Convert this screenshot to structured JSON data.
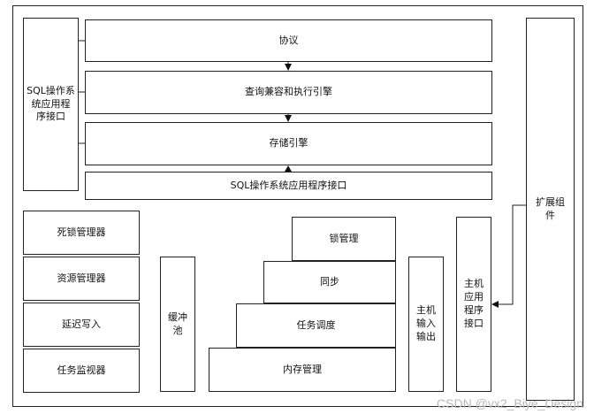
{
  "labels": {
    "protocol": "协议",
    "query_engine": "查询兼容和执行引擎",
    "storage_engine": "存储引擎",
    "os_api": "SQL操作系统应用程序接口",
    "sql_os_api_side": "SQL操作系\n统应用程\n序接口",
    "extension": "扩展组\n件",
    "deadlock_manager": "死锁管理器",
    "resource_manager": "资源管理器",
    "lazy_writer": "延迟写入",
    "task_monitor": "任务监视器",
    "buffer_pool": "缓冲\n池",
    "lock_mgmt": "锁管理",
    "sync": "同步",
    "task_scheduling": "任务调度",
    "memory_mgmt": "内存管理",
    "host_io": "主机\n输入\n输出",
    "host_app_api": "主机\n应用\n程序\n接口"
  },
  "watermark": "CSDN @vx2_Biye_Design"
}
